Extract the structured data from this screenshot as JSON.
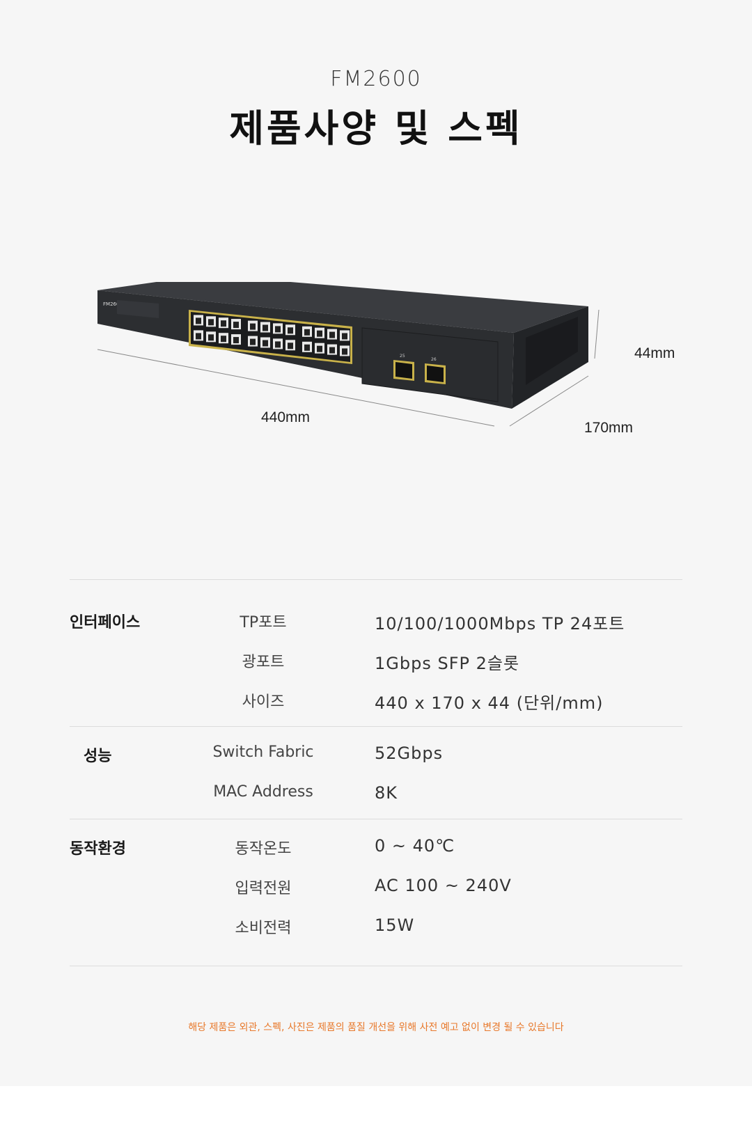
{
  "header": {
    "model": "FM2600",
    "title": "제품사양 및 스펙"
  },
  "product_image": {
    "front_label": "FM2600",
    "sfp_labels": [
      "25",
      "26"
    ],
    "dimensions": {
      "width": "440mm",
      "height": "44mm",
      "depth": "170mm"
    }
  },
  "specs": {
    "interface": {
      "category": "인터페이스",
      "rows": [
        {
          "label": "TP포트",
          "value": "10/100/1000Mbps TP 24포트"
        },
        {
          "label": "광포트",
          "value": "1Gbps SFP 2슬롯"
        },
        {
          "label": "사이즈",
          "value": "440 x 170 x 44 (단위/mm)"
        }
      ]
    },
    "performance": {
      "category": "성능",
      "rows": [
        {
          "label": "Switch Fabric",
          "value": "52Gbps"
        },
        {
          "label": "MAC Address",
          "value": "8K"
        }
      ]
    },
    "environment": {
      "category": "동작환경",
      "rows": [
        {
          "label": "동작온도",
          "value": "0 ~ 40℃"
        },
        {
          "label": "입력전원",
          "value": "AC 100 ~ 240V"
        },
        {
          "label": "소비전력",
          "value": "15W"
        }
      ]
    }
  },
  "footer_note": "해당 제품은 외관, 스펙, 사진은 제품의 품질 개선을 위해 사전 예고 없이 변경 될 수 있습니다",
  "colors": {
    "background": "#f6f6f6",
    "note": "#e8782a",
    "chassis": "#2c2e31",
    "port_frame": "#c9b24a"
  }
}
